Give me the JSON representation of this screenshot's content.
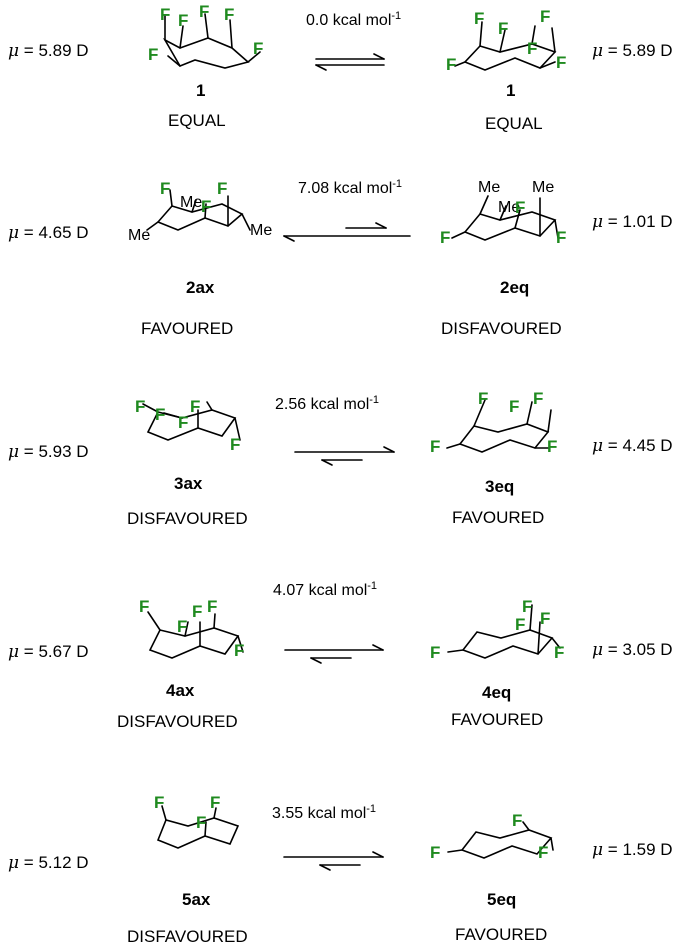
{
  "rows": [
    {
      "left_mu": "5.89 D",
      "right_mu": "5.89 D",
      "energy": "0.0 kcal mol",
      "left_label": "1",
      "right_label": "1",
      "left_verdict": "EQUAL",
      "right_verdict": "EQUAL"
    },
    {
      "left_mu": "4.65 D",
      "right_mu": "1.01 D",
      "energy": "7.08 kcal mol",
      "left_label": "2ax",
      "right_label": "2eq",
      "left_verdict": "FAVOURED",
      "right_verdict": "DISFAVOURED"
    },
    {
      "left_mu": "5.93 D",
      "right_mu": "4.45 D",
      "energy": "2.56 kcal mol",
      "left_label": "3ax",
      "right_label": "3eq",
      "left_verdict": "DISFAVOURED",
      "right_verdict": "FAVOURED"
    },
    {
      "left_mu": "5.67 D",
      "right_mu": "3.05 D",
      "energy": "4.07 kcal mol",
      "left_label": "4ax",
      "right_label": "4eq",
      "left_verdict": "DISFAVOURED",
      "right_verdict": "FAVOURED"
    },
    {
      "left_mu": "5.12 D",
      "right_mu": "1.59 D",
      "energy": "3.55 kcal mol",
      "left_label": "5ax",
      "right_label": "5eq",
      "left_verdict": "DISFAVOURED",
      "right_verdict": "FAVOURED"
    }
  ],
  "mu_symbol": "μ",
  "eq_sign": " = ",
  "superscript": "-1",
  "atoms": {
    "F": "F",
    "Me": "Me"
  },
  "colors": {
    "fluorine": "#1f8a1f",
    "bond": "#000000"
  }
}
